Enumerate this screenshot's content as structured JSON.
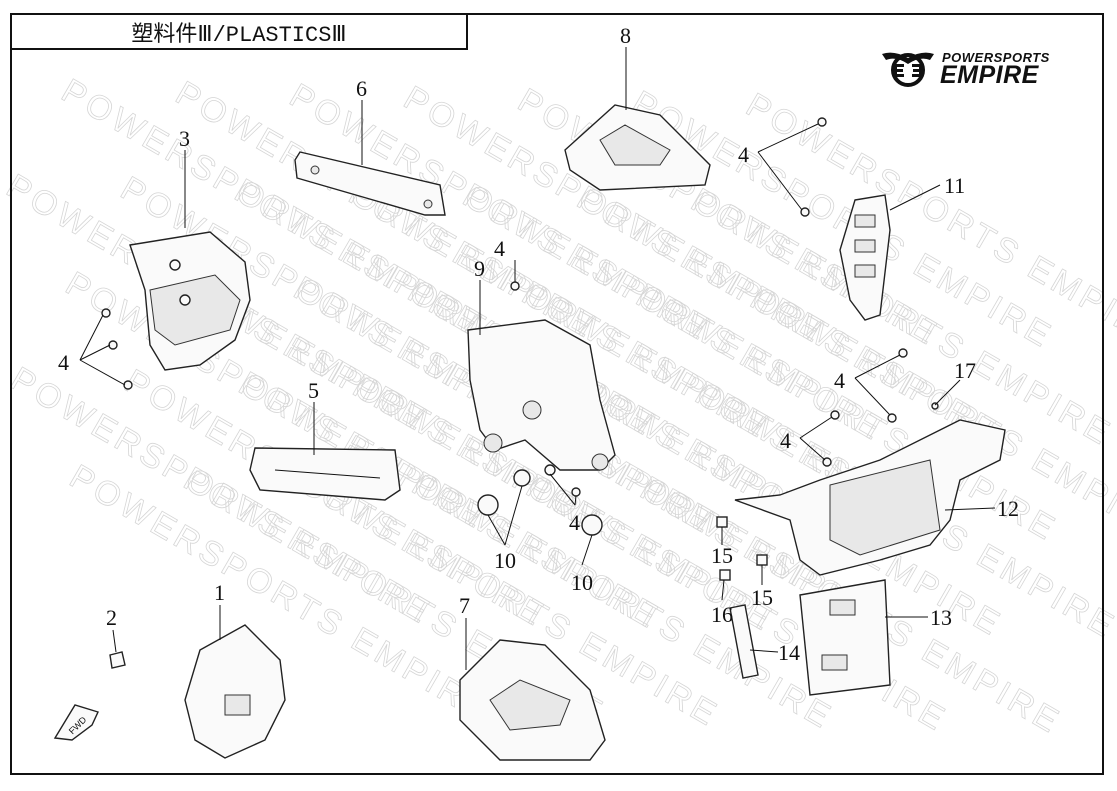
{
  "title": "塑料件Ⅲ/PLASTICSⅢ",
  "logo": {
    "line1": "POWERSPORTS",
    "line2": "EMPIRE"
  },
  "watermark": "POWERSPORTS EMPIRE",
  "fwd_marker": "FWD",
  "callouts": [
    "1",
    "2",
    "3",
    "4",
    "4",
    "4",
    "4",
    "4",
    "4",
    "4",
    "5",
    "6",
    "7",
    "8",
    "9",
    "10",
    "10",
    "11",
    "12",
    "13",
    "14",
    "15",
    "15",
    "16",
    "17"
  ]
}
